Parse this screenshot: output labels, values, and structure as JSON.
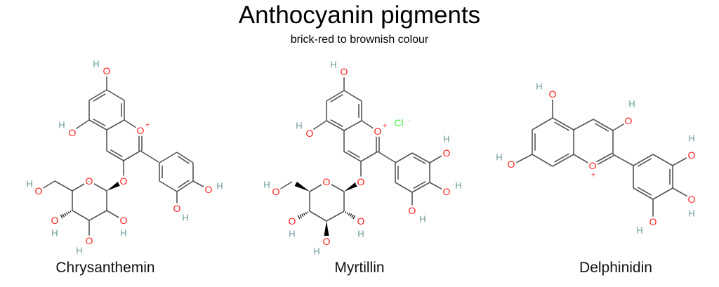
{
  "header": {
    "title": "Anthocyanin pigments",
    "subtitle": "brick-red to brownish colour"
  },
  "molecules": [
    {
      "name": "Chrysanthemin"
    },
    {
      "name": "Myrtillin"
    },
    {
      "name": "Delphinidin"
    }
  ],
  "symbols": {
    "O": "O",
    "H": "H",
    "Cl": "Cl",
    "plus": "+",
    "minus": "-"
  },
  "colors": {
    "bond": "#555555",
    "oxygen": "#ff2020",
    "hydrogen": "#6a9a9a",
    "chlorine": "#44ee44"
  }
}
